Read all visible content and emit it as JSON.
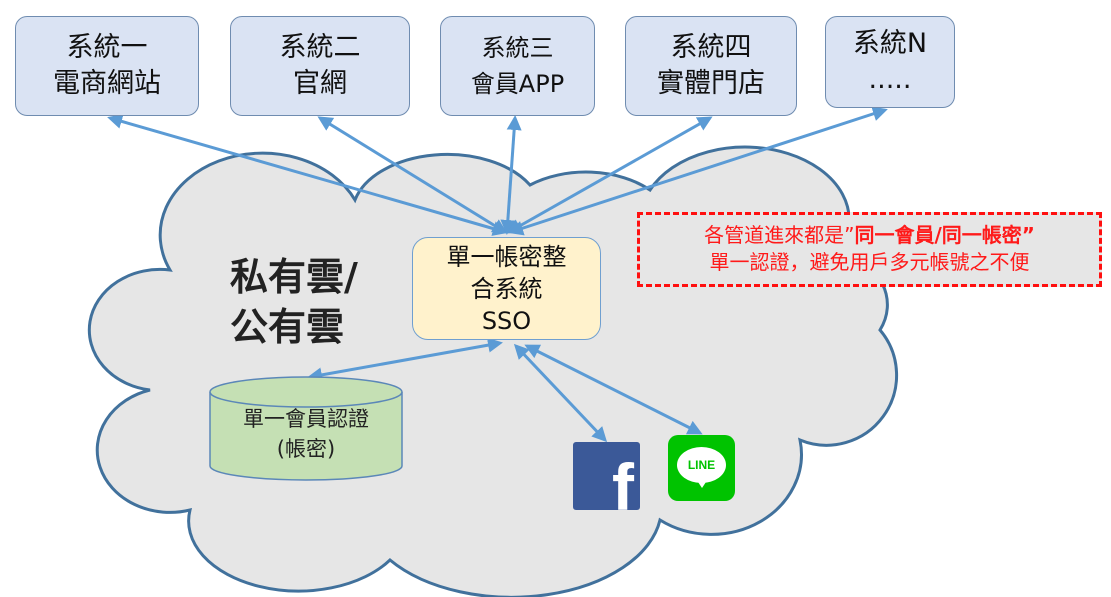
{
  "systems": [
    {
      "line1": "系統一",
      "line2": "電商網站"
    },
    {
      "line1": "系統二",
      "line2": "官網"
    },
    {
      "line1": "系統三",
      "line2": "會員APP"
    },
    {
      "line1": "系統四",
      "line2": "實體門店"
    },
    {
      "line1": "系統N",
      "line2": "....."
    }
  ],
  "cloud": {
    "line1": "私有雲/",
    "line2": "公有雲"
  },
  "sso": {
    "line1": "單一帳密整",
    "line2": "合系統",
    "line3": "SSO"
  },
  "database": {
    "line1": "單一會員認證",
    "line2": "(帳密)"
  },
  "note": {
    "prefix": "各管道進來都是”",
    "bold": "同一會員/同一帳密”",
    "line2": "單一認證，避免用戶多元帳號之不便"
  },
  "social": {
    "facebook_glyph": "f",
    "line_label": "LINE"
  },
  "colors": {
    "arrow": "#5b9bd5",
    "system_fill": "#dae3f3",
    "sso_fill": "#fff2cc",
    "db_fill": "#c5e0b4",
    "note_border": "#ff1010",
    "facebook": "#3b5998",
    "line": "#00c300"
  }
}
